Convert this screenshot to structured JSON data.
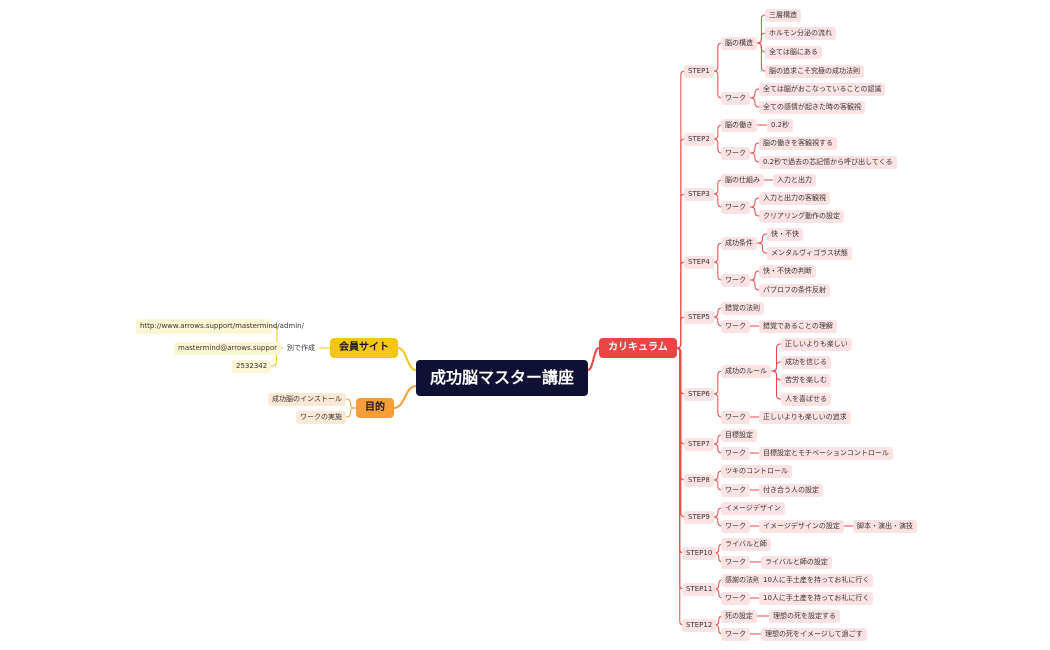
{
  "mindmap": {
    "root": {
      "id": "root",
      "label": "成功脳マスター講座"
    },
    "branches": [
      {
        "id": "curriculum",
        "label": "カリキュラム",
        "color": "#ef4444",
        "side": "right",
        "children": [
          {
            "id": "s1",
            "label": "STEP1",
            "children": [
              {
                "id": "s1a",
                "label": "脳の構造",
                "children": [
                  {
                    "id": "s1a1",
                    "label": "三層構造"
                  },
                  {
                    "id": "s1a2",
                    "label": "ホルモン分泌の流れ"
                  },
                  {
                    "id": "s1a3",
                    "label": "全ては脳にある"
                  },
                  {
                    "id": "s1a4",
                    "label": "脳の追求こそ究極の成功法則"
                  }
                ]
              },
              {
                "id": "s1b",
                "label": "ワーク",
                "children": [
                  {
                    "id": "s1b1",
                    "label": "全ては脳がおこなっていることの認識"
                  },
                  {
                    "id": "s1b2",
                    "label": "全ての感情が起きた時の客観視"
                  }
                ]
              }
            ]
          },
          {
            "id": "s2",
            "label": "STEP2",
            "children": [
              {
                "id": "s2a",
                "label": "脳の働き",
                "children": [
                  {
                    "id": "s2a1",
                    "label": "0.2秒"
                  }
                ]
              },
              {
                "id": "s2b",
                "label": "ワーク",
                "children": [
                  {
                    "id": "s2b1",
                    "label": "脳の働きを客観視する"
                  },
                  {
                    "id": "s2b2",
                    "label": "0.2秒で過去の芯記憶から呼び出してくる"
                  }
                ]
              }
            ]
          },
          {
            "id": "s3",
            "label": "STEP3",
            "children": [
              {
                "id": "s3a",
                "label": "脳の仕組み",
                "children": [
                  {
                    "id": "s3a1",
                    "label": "入力と出力"
                  }
                ]
              },
              {
                "id": "s3b",
                "label": "ワーク",
                "children": [
                  {
                    "id": "s3b1",
                    "label": "入力と出力の客観視"
                  },
                  {
                    "id": "s3b2",
                    "label": "クリアリング動作の設定"
                  }
                ]
              }
            ]
          },
          {
            "id": "s4",
            "label": "STEP4",
            "children": [
              {
                "id": "s4a",
                "label": "成功条件",
                "children": [
                  {
                    "id": "s4a1",
                    "label": "快・不快"
                  },
                  {
                    "id": "s4a2",
                    "label": "メンタルヴィゴラス状態"
                  }
                ]
              },
              {
                "id": "s4b",
                "label": "ワーク",
                "children": [
                  {
                    "id": "s4b1",
                    "label": "快・不快の判断"
                  },
                  {
                    "id": "s4b2",
                    "label": "パブロフの条件反射"
                  }
                ]
              }
            ]
          },
          {
            "id": "s5",
            "label": "STEP5",
            "children": [
              {
                "id": "s5a",
                "label": "錯覚の法則"
              },
              {
                "id": "s5b",
                "label": "ワーク",
                "children": [
                  {
                    "id": "s5b1",
                    "label": "錯覚であることの理解"
                  }
                ]
              }
            ]
          },
          {
            "id": "s6",
            "label": "STEP6",
            "children": [
              {
                "id": "s6a",
                "label": "成功のルール",
                "children": [
                  {
                    "id": "s6a1",
                    "label": "正しいよりも楽しい"
                  },
                  {
                    "id": "s6a2",
                    "label": "成功を信じる"
                  },
                  {
                    "id": "s6a3",
                    "label": "苦労を楽しむ"
                  },
                  {
                    "id": "s6a4",
                    "label": "人を喜ばせる"
                  }
                ]
              },
              {
                "id": "s6b",
                "label": "ワーク",
                "children": [
                  {
                    "id": "s6b1",
                    "label": "正しいよりも楽しいの追求"
                  }
                ]
              }
            ]
          },
          {
            "id": "s7",
            "label": "STEP7",
            "children": [
              {
                "id": "s7a",
                "label": "目標設定"
              },
              {
                "id": "s7b",
                "label": "ワーク",
                "children": [
                  {
                    "id": "s7b1",
                    "label": "目標設定とモチベーションコントロール"
                  }
                ]
              }
            ]
          },
          {
            "id": "s8",
            "label": "STEP8",
            "children": [
              {
                "id": "s8a",
                "label": "ツキのコントロール"
              },
              {
                "id": "s8b",
                "label": "ワーク",
                "children": [
                  {
                    "id": "s8b1",
                    "label": "付き合う人の設定"
                  }
                ]
              }
            ]
          },
          {
            "id": "s9",
            "label": "STEP9",
            "children": [
              {
                "id": "s9a",
                "label": "イメージデザイン"
              },
              {
                "id": "s9b",
                "label": "ワーク",
                "children": [
                  {
                    "id": "s9b1",
                    "label": "イメージデザインの設定",
                    "children": [
                      {
                        "id": "s9b1a",
                        "label": "脚本・演出・演技"
                      }
                    ]
                  }
                ]
              }
            ]
          },
          {
            "id": "s10",
            "label": "STEP10",
            "children": [
              {
                "id": "s10a",
                "label": "ライバルと師"
              },
              {
                "id": "s10b",
                "label": "ワーク",
                "children": [
                  {
                    "id": "s10b1",
                    "label": "ライバルと師の設定"
                  }
                ]
              }
            ]
          },
          {
            "id": "s11",
            "label": "STEP11",
            "children": [
              {
                "id": "s11a",
                "label": "感謝の法則",
                "children": [
                  {
                    "id": "s11a1",
                    "label": "10人に手土産を持ってお礼に行く"
                  }
                ]
              },
              {
                "id": "s11b",
                "label": "ワーク",
                "children": [
                  {
                    "id": "s11b1",
                    "label": "10人に手土産を持ってお礼に行く"
                  }
                ]
              }
            ]
          },
          {
            "id": "s12",
            "label": "STEP12",
            "children": [
              {
                "id": "s12a",
                "label": "死の設定",
                "children": [
                  {
                    "id": "s12a1",
                    "label": "理想の死を設定する"
                  }
                ]
              },
              {
                "id": "s12b",
                "label": "ワーク",
                "children": [
                  {
                    "id": "s12b1",
                    "label": "理想の死をイメージして過ごす"
                  }
                ]
              }
            ]
          }
        ]
      },
      {
        "id": "member",
        "label": "会員サイト",
        "color": "#f5c518",
        "side": "left",
        "children": [
          {
            "id": "m1",
            "label": "別で作成",
            "children": [
              {
                "id": "m1a",
                "label": "http://www.arrows.support/mastermind/admin/"
              },
              {
                "id": "m1b",
                "label": "mastermind@arrows.suppor"
              },
              {
                "id": "m1c",
                "label": "2532342"
              }
            ]
          }
        ]
      },
      {
        "id": "purpose",
        "label": "目的",
        "color": "#f59e3a",
        "side": "left",
        "children": [
          {
            "id": "p1",
            "label": "成功脳のインストール"
          },
          {
            "id": "p2",
            "label": "ワークの実施"
          }
        ]
      }
    ]
  }
}
